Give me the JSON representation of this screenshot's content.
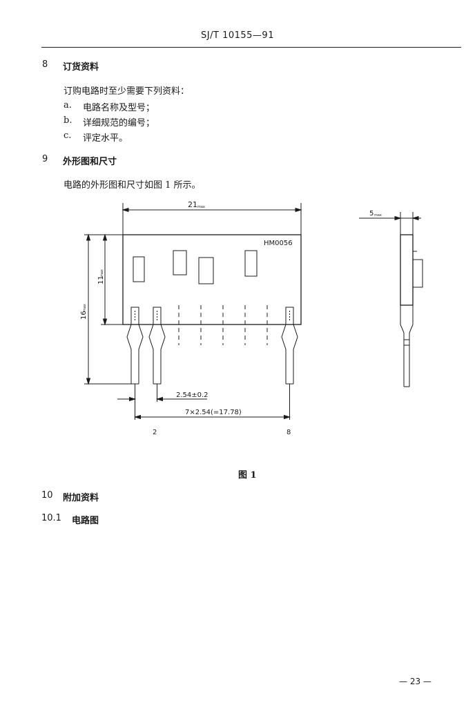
{
  "header": {
    "code": "SJ/T 10155—91"
  },
  "sections": {
    "s8": {
      "num": "8",
      "title": "订货资料"
    },
    "s8_intro": "订购电路时至少需要下列资料：",
    "s8_items": [
      {
        "letter": "a.",
        "text": "电路名称及型号；"
      },
      {
        "letter": "b.",
        "text": "详细规范的编号；"
      },
      {
        "letter": "c.",
        "text": "评定水平。"
      }
    ],
    "s9": {
      "num": "9",
      "title": "外形图和尺寸"
    },
    "s9_text": "电路的外形图和尺寸如图 1 所示。",
    "s10": {
      "num": "10",
      "title": "附加资料"
    },
    "s10_1": {
      "num": "10.1",
      "title": "电路图"
    }
  },
  "figure": {
    "caption": "图 1",
    "width_label": "21",
    "width_sub": "max",
    "thickness_label": "5",
    "thickness_sub": "max",
    "body_height_label": "11",
    "body_height_sub": "max",
    "total_height_label": "16",
    "total_height_sub": "max",
    "marking": "HM0056",
    "pitch_label": "2.54±0.2",
    "span_label": "7×2.54(=17.78)",
    "pin_first": "2",
    "pin_last": "8"
  },
  "footer": {
    "page": "— 23 —"
  }
}
